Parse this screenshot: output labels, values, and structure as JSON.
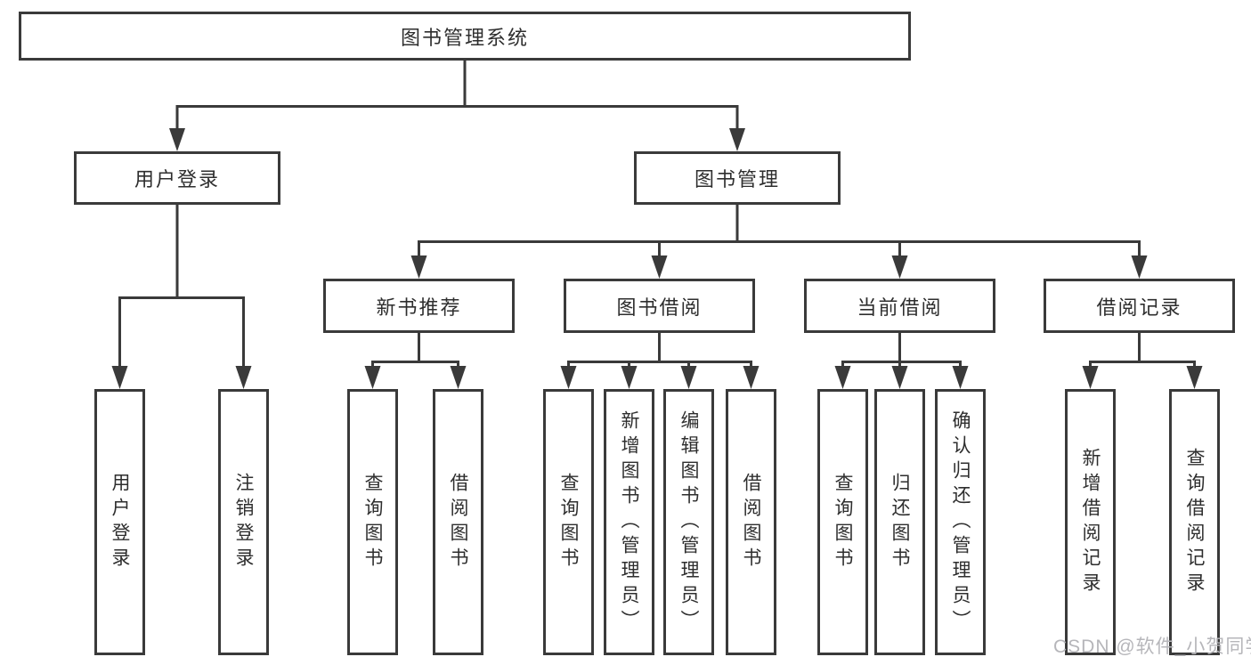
{
  "tree": {
    "label": "图书管理系统",
    "children": [
      {
        "label": "用户登录",
        "children": [
          {
            "label": "用户登录"
          },
          {
            "label": "注销登录"
          }
        ]
      },
      {
        "label": "图书管理",
        "children": [
          {
            "label": "新书推荐",
            "children": [
              {
                "label": "查询图书"
              },
              {
                "label": "借阅图书"
              }
            ]
          },
          {
            "label": "图书借阅",
            "children": [
              {
                "label": "查询图书"
              },
              {
                "label": "新增图书（管理员）"
              },
              {
                "label": "编辑图书（管理员）"
              },
              {
                "label": "借阅图书"
              }
            ]
          },
          {
            "label": "当前借阅",
            "children": [
              {
                "label": "查询图书"
              },
              {
                "label": "归还图书"
              },
              {
                "label": "确认归还（管理员）"
              }
            ]
          },
          {
            "label": "借阅记录",
            "children": [
              {
                "label": "新增借阅记录"
              },
              {
                "label": "查询借阅记录"
              }
            ]
          }
        ]
      }
    ]
  },
  "watermark": {
    "text": "CSDN @软件_小贺同学"
  },
  "colors": {
    "line": "#3a3a3a",
    "box_border": "#3a3a3a",
    "text": "#2e2e2e",
    "background": "#ffffff",
    "watermark": "#b6b6ba"
  }
}
